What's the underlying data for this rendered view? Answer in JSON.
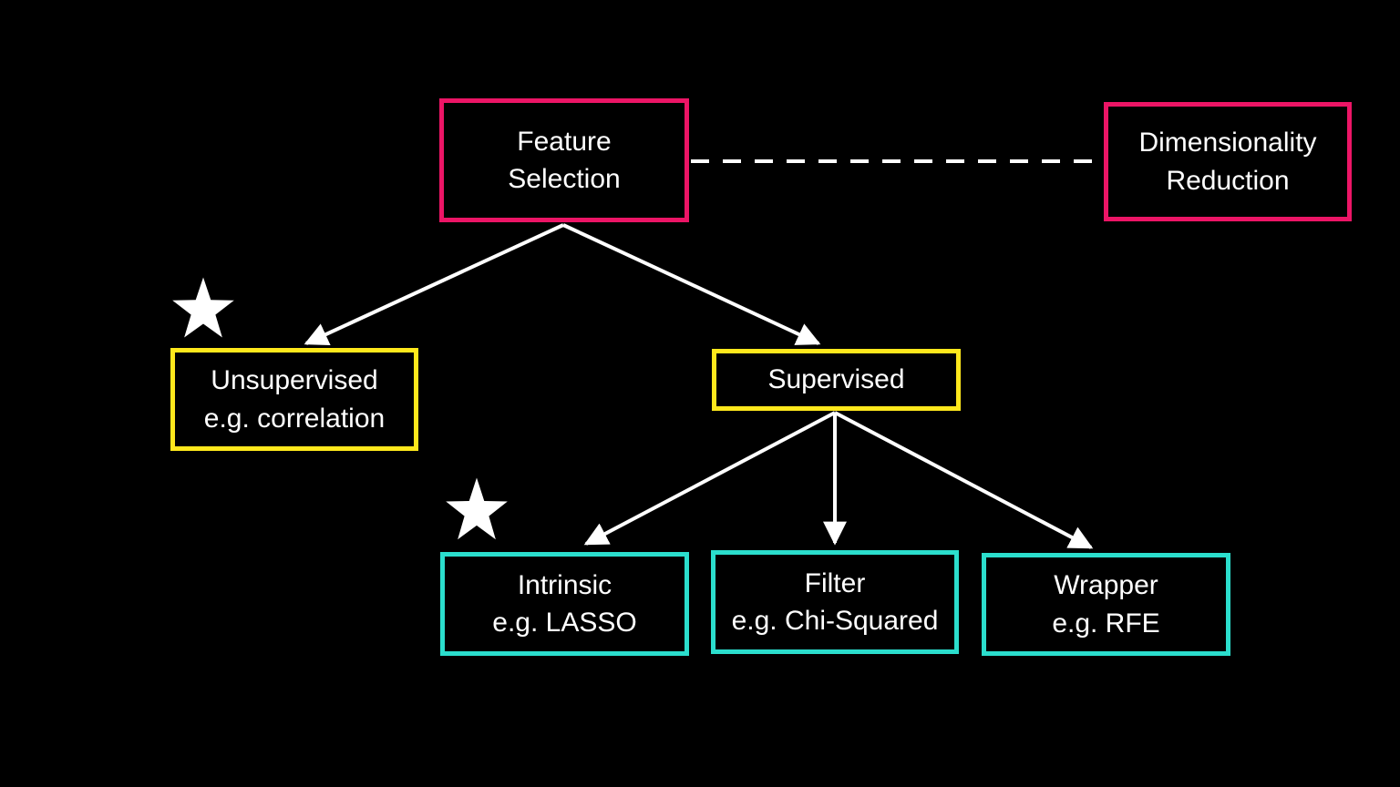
{
  "diagram": {
    "type": "flowchart",
    "topic": "Feature Selection Methods"
  },
  "colors": {
    "background": "#000000",
    "pink": "#EC1566",
    "yellow": "#FFE81C",
    "cyan": "#2BDECD",
    "connector": "#FFFFFF",
    "text": "#FFFFFF",
    "star": "#FFFFFF"
  },
  "icons": {
    "star": "★"
  },
  "nodes": {
    "feature_selection": {
      "lines": [
        "Feature",
        "Selection"
      ],
      "border_color": "#EC1566",
      "starred": false
    },
    "dimensionality_reduction": {
      "lines": [
        "Dimensionality",
        "Reduction"
      ],
      "border_color": "#EC1566",
      "starred": false
    },
    "unsupervised": {
      "lines": [
        "Unsupervised",
        "e.g. correlation"
      ],
      "border_color": "#FFE81C",
      "starred": true
    },
    "supervised": {
      "lines": [
        "Supervised"
      ],
      "border_color": "#FFE81C",
      "starred": false
    },
    "intrinsic": {
      "lines": [
        "Intrinsic",
        "e.g. LASSO"
      ],
      "border_color": "#2BDECD",
      "starred": true
    },
    "filter": {
      "lines": [
        "Filter",
        "e.g. Chi-Squared"
      ],
      "border_color": "#2BDECD",
      "starred": false
    },
    "wrapper": {
      "lines": [
        "Wrapper",
        "e.g. RFE"
      ],
      "border_color": "#2BDECD",
      "starred": false
    }
  },
  "edges": [
    {
      "from": "feature_selection",
      "to": "dimensionality_reduction",
      "style": "dashed",
      "arrow": false
    },
    {
      "from": "feature_selection",
      "to": "unsupervised",
      "style": "solid",
      "arrow": true
    },
    {
      "from": "feature_selection",
      "to": "supervised",
      "style": "solid",
      "arrow": true
    },
    {
      "from": "supervised",
      "to": "intrinsic",
      "style": "solid",
      "arrow": true
    },
    {
      "from": "supervised",
      "to": "filter",
      "style": "solid",
      "arrow": true
    },
    {
      "from": "supervised",
      "to": "wrapper",
      "style": "solid",
      "arrow": true
    }
  ]
}
